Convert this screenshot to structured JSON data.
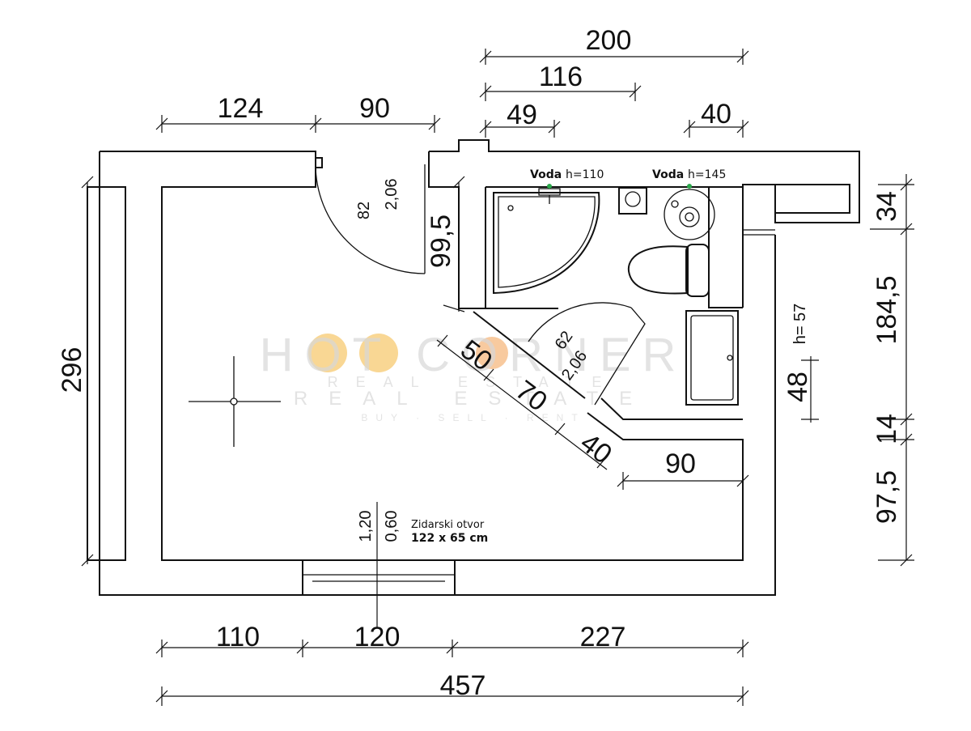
{
  "dimensions": {
    "top_200": "200",
    "top_116": "116",
    "top_124": "124",
    "top_90": "90",
    "top_49": "49",
    "top_40": "40",
    "door_82": "82",
    "door_206": "2,06",
    "wall_995": "99,5",
    "diag_62": "62",
    "diag_206": "2,06",
    "diag_50": "50",
    "diag_70": "70",
    "diag_40": "40",
    "right_h57": "h= 57",
    "right_48": "48",
    "right_34": "34",
    "right_1845": "184,5",
    "right_14": "14",
    "right_975": "97,5",
    "inner_90": "90",
    "left_296": "296",
    "win_120": "1,20",
    "win_060": "0,60",
    "bottom_110": "110",
    "bottom_120": "120",
    "bottom_227": "227",
    "bottom_457": "457"
  },
  "labels": {
    "voda1_word": "Voda",
    "voda1_h": "h=110",
    "voda2_word": "Voda",
    "voda2_h": "h=145",
    "opening_title": "Zidarski otvor",
    "opening_size": "122 x 65 cm"
  },
  "watermark": {
    "line1": "HOT CORNER",
    "line2": "REAL ESTATE",
    "line3": "REAL ESTATE",
    "tagline": "BUY · SELL · RENT"
  },
  "colors": {
    "lines": "#111111",
    "water_point": "#2aa84a",
    "watermark_sun": "#f4b63c"
  }
}
